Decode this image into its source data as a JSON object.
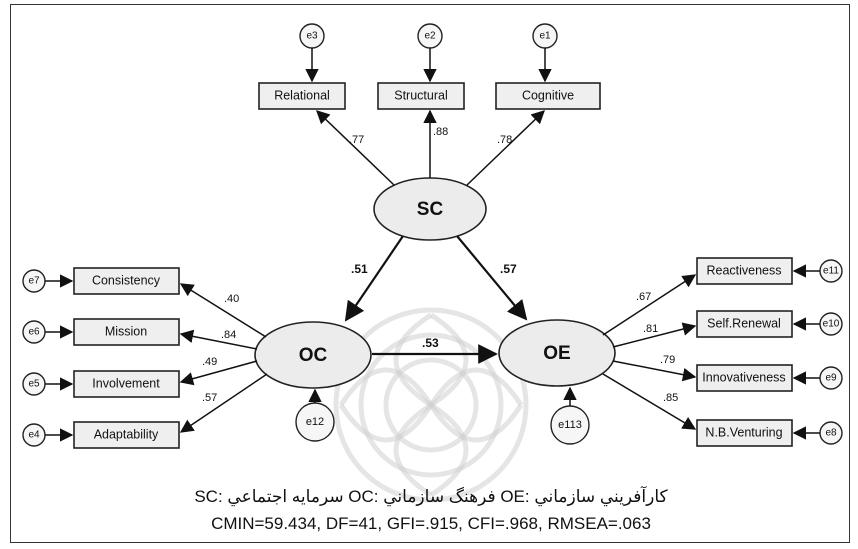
{
  "latents": {
    "sc": "SC",
    "oc": "OC",
    "oe": "OE"
  },
  "sc_indicators": {
    "relational": "Relational",
    "structural": "Structural",
    "cognitive": "Cognitive",
    "e_relational": "e3",
    "e_structural": "e2",
    "e_cognitive": "e1",
    "load_relational": ".77",
    "load_structural": ".88",
    "load_cognitive": ".78"
  },
  "oc_indicators": {
    "consistency": "Consistency",
    "mission": "Mission",
    "involvement": "Involvement",
    "adaptability": "Adaptability",
    "e_consistency": "e7",
    "e_mission": "e6",
    "e_involvement": "e5",
    "e_adaptability": "e4",
    "load_consistency": ".40",
    "load_mission": ".84",
    "load_involvement": ".49",
    "load_adaptability": ".57"
  },
  "oe_indicators": {
    "reactiveness": "Reactiveness",
    "self_renewal": "Self.Renewal",
    "innovativeness": "Innovativeness",
    "nb_venturing": "N.B.Venturing",
    "e_reactiveness": "e11",
    "e_self_renewal": "e10",
    "e_innovativeness": "e9",
    "e_nb_venturing": "e8",
    "load_reactiveness": ".67",
    "load_self_renewal": ".81",
    "load_innovativeness": ".79",
    "load_nb_venturing": ".85"
  },
  "structural_paths": {
    "sc_oc": ".51",
    "sc_oe": ".57",
    "oc_oe": ".53"
  },
  "residuals": {
    "oc": "e12",
    "oe": "e113"
  },
  "legend_line": "SC: سرمايه اجتماعي   OC: فرهنگ سازماني   OE: كارآفريني سازماني",
  "fit_line": "CMIN=59.434,  DF=41,  GFI=.915,  CFI=.968,  RMSEA=.063"
}
